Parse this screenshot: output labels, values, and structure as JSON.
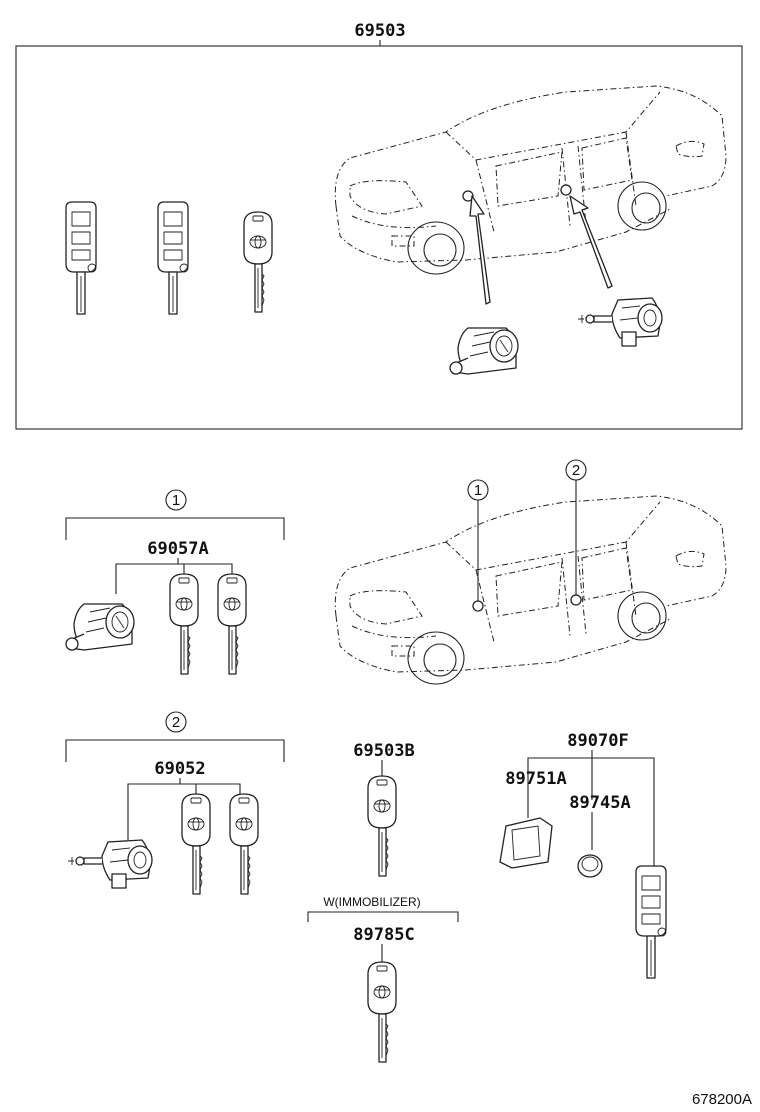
{
  "callouts": {
    "assembly_top": "69503",
    "cylinder_set_1": "69057A",
    "cylinder_set_2": "69052",
    "key_blank": "69503B",
    "transmitter": "89070F",
    "transmitter_housing": "89751A",
    "battery": "89745A",
    "immobilizer_note": "W(IMMOBILIZER)",
    "immobilizer_key": "89785C",
    "ref_1_group": "1",
    "ref_2_group": "2",
    "ref_1_car": "1",
    "ref_2_car": "2"
  },
  "footer": {
    "diagram_id": "678200A"
  }
}
